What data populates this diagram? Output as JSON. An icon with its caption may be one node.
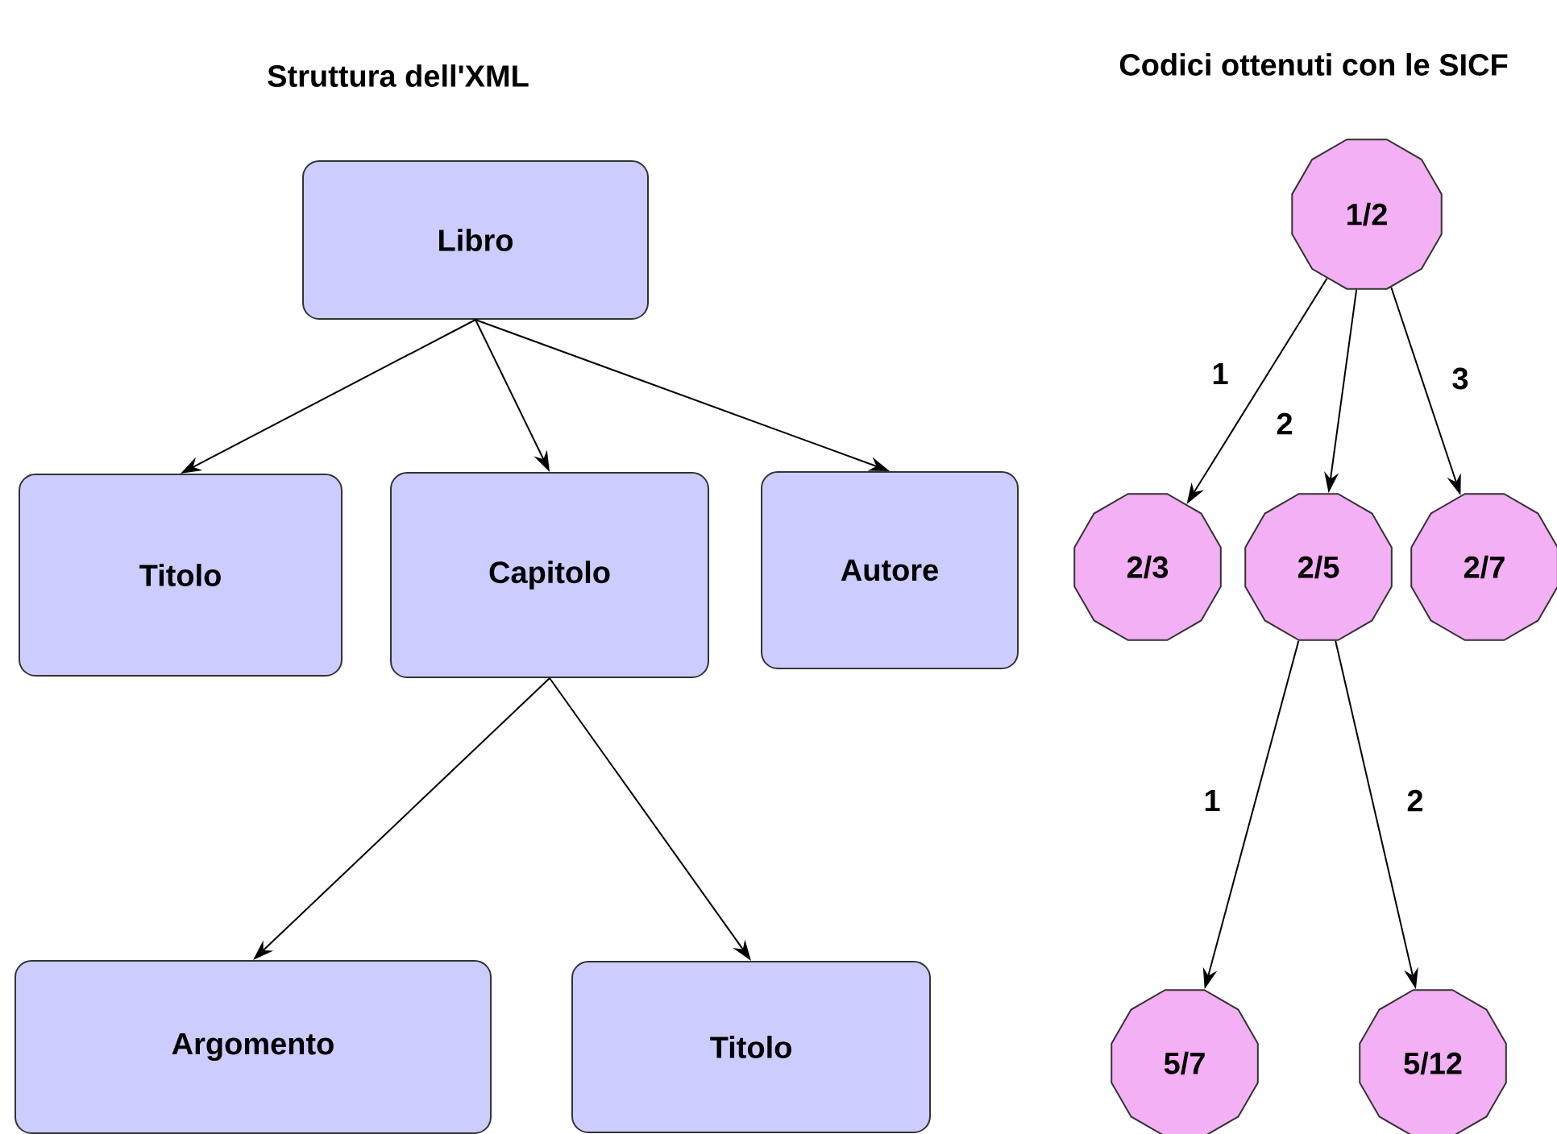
{
  "diagram": {
    "nodes": [
      {
        "text": [
          "Libro"
        ]
      },
      {
        "text": [
          "Titolo"
        ]
      },
      {
        "text": [
          "Capitolo"
        ]
      },
      {
        "text": [
          "Autore"
        ]
      },
      {
        "text": [
          "Argomento"
        ]
      },
      {
        "text": [
          "Titolo"
        ]
      },
      {
        "text": [
          "1/2"
        ]
      },
      {
        "text": [
          "2/3"
        ]
      },
      {
        "text": [
          "2/5"
        ]
      },
      {
        "text": [
          "2/7"
        ]
      },
      {
        "text": [
          "5/7"
        ]
      },
      {
        "text": [
          "5/12"
        ]
      }
    ],
    "edges": [
      {
        "from": 0,
        "to": 1,
        "arrow": "to"
      },
      {
        "from": 0,
        "to": 2,
        "arrow": "to"
      },
      {
        "from": 0,
        "to": 3,
        "arrow": "to"
      },
      {
        "from": 2,
        "to": 4,
        "arrow": "to"
      },
      {
        "from": 2,
        "to": 5,
        "arrow": "to"
      },
      {
        "from": 6,
        "to": 7,
        "arrow": "to",
        "label": "1"
      },
      {
        "from": 6,
        "to": 8,
        "arrow": "to",
        "label": "2"
      },
      {
        "from": 6,
        "to": 9,
        "arrow": "to",
        "label": "3"
      },
      {
        "from": 8,
        "to": 10,
        "arrow": "to",
        "label": "1"
      },
      {
        "from": 8,
        "to": 11,
        "arrow": "to",
        "label": "2"
      }
    ],
    "labels": [
      "Struttura dell'XML",
      "Codici ottenuti con le SICF"
    ]
  }
}
